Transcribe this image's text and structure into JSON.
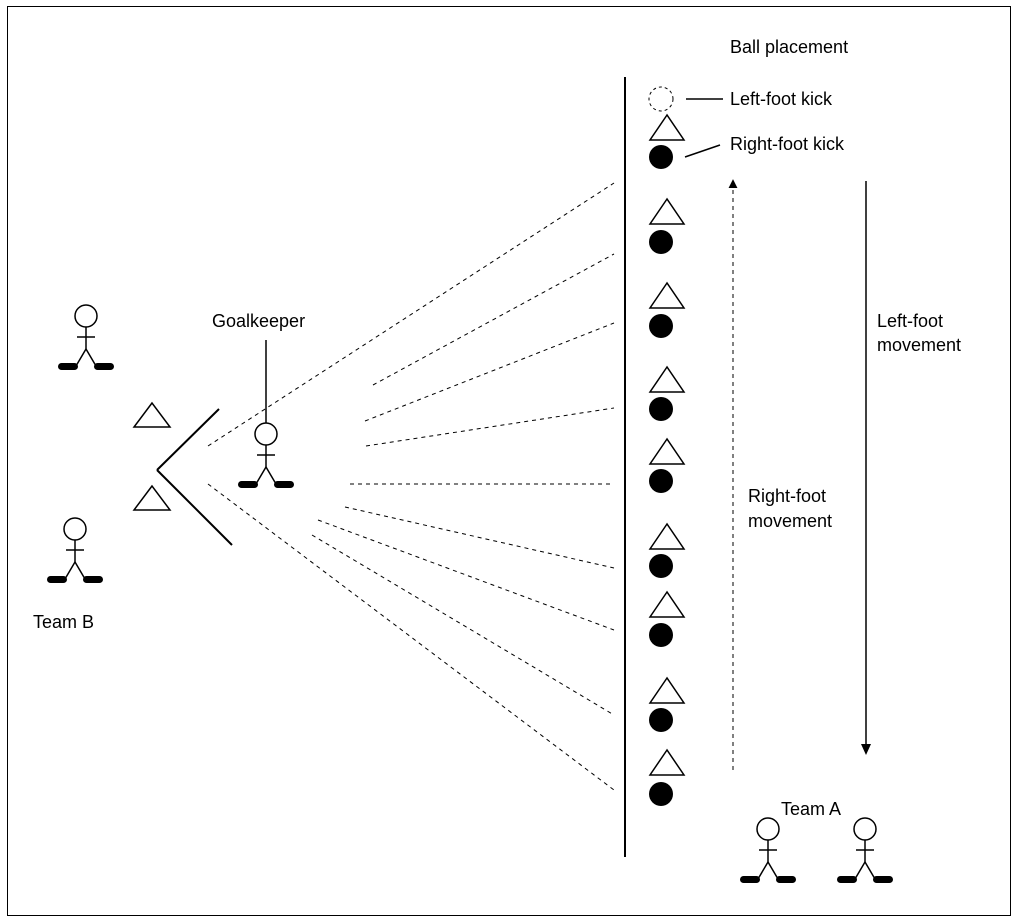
{
  "labels": {
    "ball_placement": "Ball placement",
    "left_foot_kick": "Left-foot kick",
    "right_foot_kick": "Right-foot kick",
    "goalkeeper": "Goalkeeper",
    "team_a": "Team A",
    "team_b": "Team B",
    "left_foot_movement_1": "Left-foot",
    "left_foot_movement_2": "movement",
    "right_foot_movement_1": "Right-foot",
    "right_foot_movement_2": "movement"
  },
  "counts": {
    "cone_ball_pairs": 9,
    "team_a_players": 2,
    "team_b_players": 2,
    "shot_lines": 9
  }
}
